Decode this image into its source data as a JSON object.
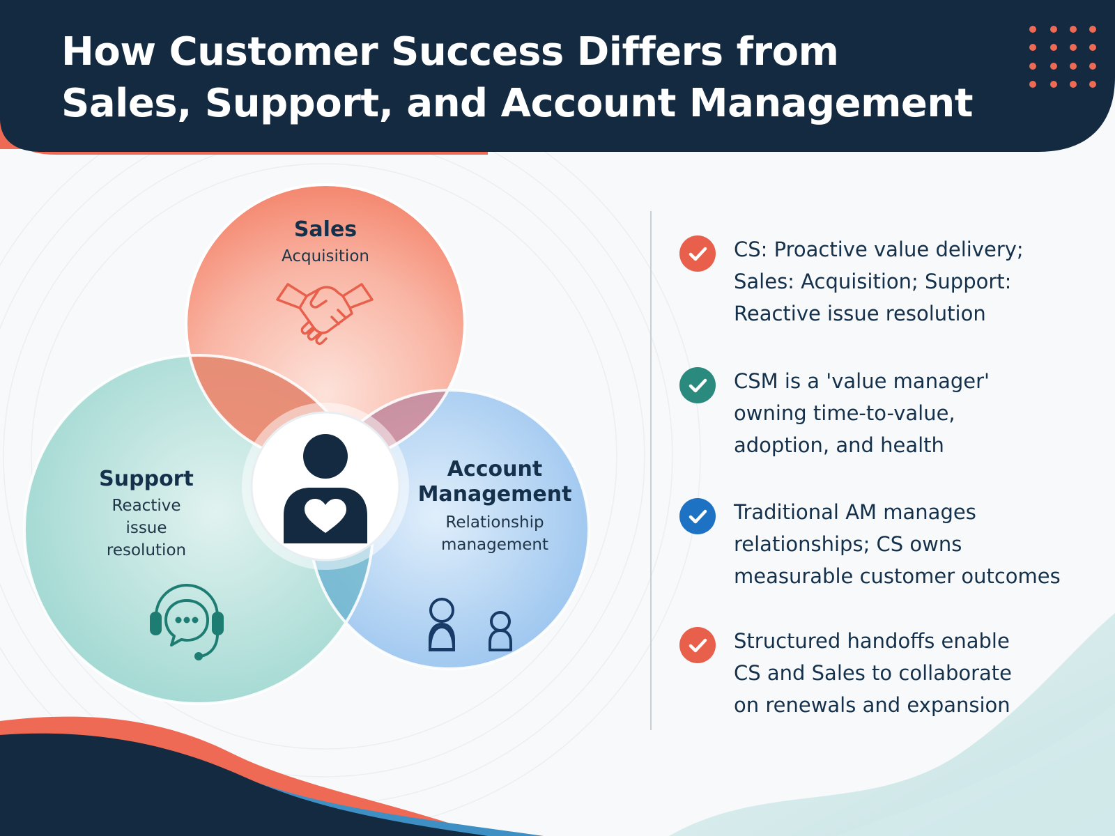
{
  "header": {
    "title_lines": [
      "How Customer Success Differs from",
      "Sales, Support, and Account Management"
    ]
  },
  "venn": {
    "circles": [
      {
        "id": "sales",
        "title_lines": [
          "Sales"
        ],
        "subtitle_lines": [
          "Acquisition"
        ],
        "icon": "handshake-icon",
        "color": "#f4876f"
      },
      {
        "id": "support",
        "title_lines": [
          "Support"
        ],
        "subtitle_lines": [
          "Reactive",
          "issue",
          "resolution"
        ],
        "icon": "headset-chat-icon",
        "color": "#6cc0b8"
      },
      {
        "id": "account-management",
        "title_lines": [
          "Account",
          "Management"
        ],
        "subtitle_lines": [
          "Relationship",
          "management"
        ],
        "icon": "people-icon",
        "color": "#6fa9e6"
      }
    ],
    "center_icon": "customer-success-person-heart-icon"
  },
  "points": [
    {
      "lines": [
        "CS: Proactive value delivery;",
        "Sales: Acquisition; Support:",
        "Reactive issue resolution"
      ],
      "check_color": "#e8604c",
      "icon": "check-icon"
    },
    {
      "lines": [
        "CSM is a 'value manager'",
        "owning time-to-value,",
        "adoption, and health"
      ],
      "check_color": "#2a8a7e",
      "icon": "check-icon"
    },
    {
      "lines": [
        "Traditional AM manages",
        "relationships; CS owns",
        "measurable customer outcomes"
      ],
      "check_color": "#1e72c3",
      "icon": "check-icon"
    },
    {
      "lines": [
        "Structured handoffs enable",
        "CS and Sales to collaborate",
        "on renewals and expansion"
      ],
      "check_color": "#e8604c",
      "icon": "check-icon"
    }
  ],
  "colors": {
    "navy": "#132a40",
    "coral": "#ef6a55",
    "teal": "#2a8a7e",
    "blue": "#1e72c3"
  }
}
